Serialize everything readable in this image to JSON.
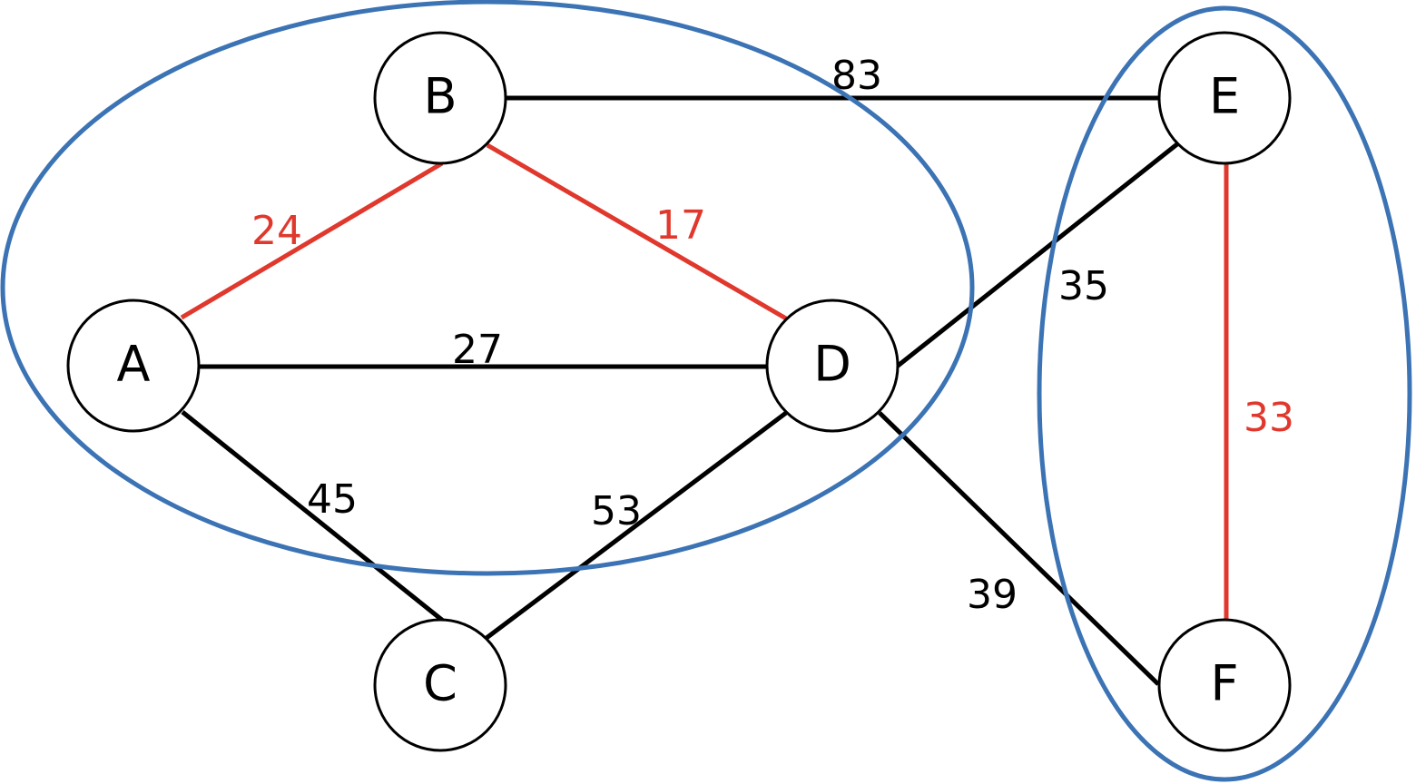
{
  "colors": {
    "edge_default": "#000000",
    "edge_highlight": "#e0382c",
    "cluster_outline": "#3b73b4",
    "node_fill": "#ffffff",
    "node_stroke": "#000000"
  },
  "nodes": [
    {
      "id": "A",
      "label": "A"
    },
    {
      "id": "B",
      "label": "B"
    },
    {
      "id": "C",
      "label": "C"
    },
    {
      "id": "D",
      "label": "D"
    },
    {
      "id": "E",
      "label": "E"
    },
    {
      "id": "F",
      "label": "F"
    }
  ],
  "edges": [
    {
      "from": "A",
      "to": "B",
      "weight": "24",
      "highlighted": true
    },
    {
      "from": "B",
      "to": "D",
      "weight": "17",
      "highlighted": true
    },
    {
      "from": "B",
      "to": "E",
      "weight": "83",
      "highlighted": false
    },
    {
      "from": "A",
      "to": "D",
      "weight": "27",
      "highlighted": false
    },
    {
      "from": "A",
      "to": "C",
      "weight": "45",
      "highlighted": false
    },
    {
      "from": "C",
      "to": "D",
      "weight": "53",
      "highlighted": false
    },
    {
      "from": "D",
      "to": "E",
      "weight": "35",
      "highlighted": false
    },
    {
      "from": "D",
      "to": "F",
      "weight": "39",
      "highlighted": false
    },
    {
      "from": "E",
      "to": "F",
      "weight": "33",
      "highlighted": true
    }
  ],
  "clusters": [
    {
      "members": [
        "A",
        "B",
        "C",
        "D"
      ]
    },
    {
      "members": [
        "E",
        "F"
      ]
    }
  ]
}
